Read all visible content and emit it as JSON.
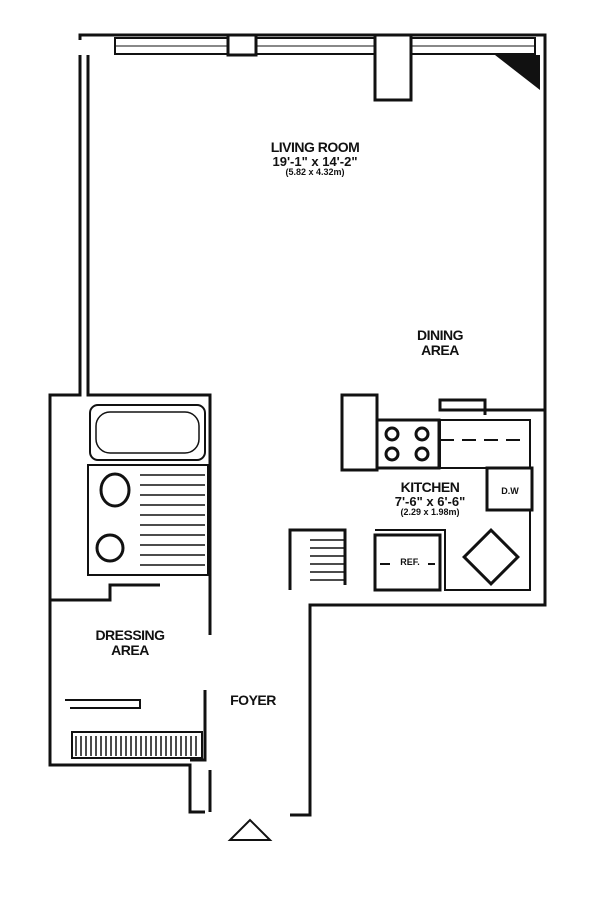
{
  "rooms": {
    "living": {
      "name": "LIVING ROOM",
      "dims_imperial": "19'-1\" x 14'-2\"",
      "dims_metric": "(5.82 x 4.32m)"
    },
    "dining": {
      "line1": "DINING",
      "line2": "AREA"
    },
    "kitchen": {
      "name": "KITCHEN",
      "dims_imperial": "7'-6\" x 6'-6\"",
      "dims_metric": "(2.29 x 1.98m)"
    },
    "dressing": {
      "line1": "DRESSING",
      "line2": "AREA"
    },
    "foyer": {
      "name": "FOYER"
    }
  },
  "fixtures": {
    "ref": "REF.",
    "dw": "D.W"
  },
  "colors": {
    "ink": "#111111",
    "paper": "#ffffff"
  }
}
